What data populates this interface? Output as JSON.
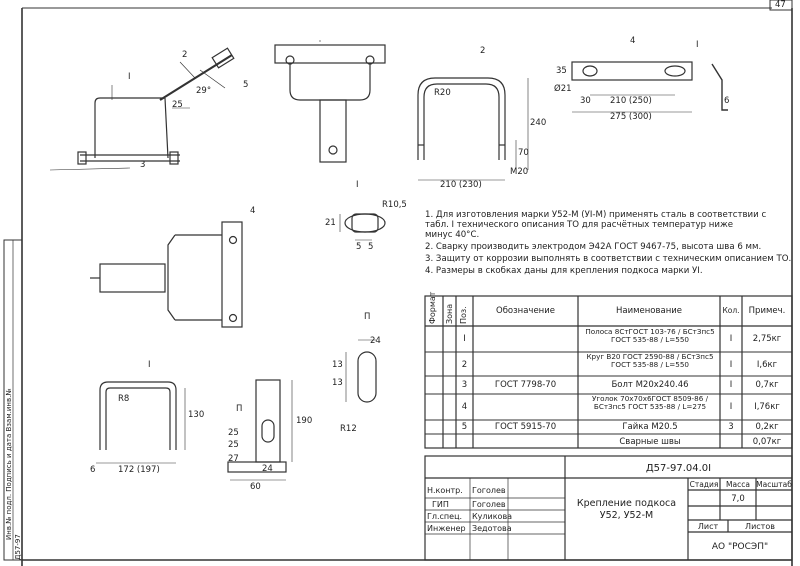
{
  "sheet_no": "47",
  "notes": [
    "1. Для изготовления марки У52-М (УI-М) применять сталь в соответствии с",
    "    табл. I технического описания ТО для расчётных температур ниже",
    "    минус 40°С.",
    "2. Сварку производить электродом Э42А ГОСТ 9467-75, высота шва 6 мм.",
    "3. Защиту от коррозии выполнять в соответствии с техническим описанием ТО.",
    "4. Размеры в скобках даны для крепления подкоса марки УI."
  ],
  "views": {
    "v1": {
      "labels": [
        "I",
        "2",
        "5",
        "3"
      ],
      "dims": [
        "29°",
        "25"
      ]
    },
    "v2": {
      "labels": [
        "2"
      ],
      "dims": [
        "R20",
        "240",
        "70",
        "M20",
        "210 (230)"
      ]
    },
    "v3": {
      "labels": [
        "4",
        "I"
      ],
      "dims": [
        "35",
        "Ø21",
        "30",
        "210 (250)",
        "275 (300)",
        "6"
      ]
    },
    "detail1": {
      "title": "I",
      "dims": [
        "R10,5",
        "21",
        "5",
        "5"
      ]
    },
    "side": {
      "labels": [
        "4"
      ]
    },
    "detail2": {
      "title": "П",
      "dims": [
        "24",
        "13",
        "13",
        "R12"
      ]
    },
    "part1": {
      "labels": [
        "I"
      ],
      "dims": [
        "R8",
        "130",
        "172 (197)",
        "6"
      ]
    },
    "part4": {
      "labels": [
        "П"
      ],
      "dims": [
        "25",
        "25",
        "27",
        "190",
        "24",
        "60"
      ]
    }
  },
  "spec_table": {
    "headers": [
      "Формат",
      "Зона",
      "Поз.",
      "Обозначение",
      "Наименование",
      "Кол.",
      "Примеч."
    ],
    "rows": [
      {
        "pos": "I",
        "designation": "",
        "name": "Полоса 8СтГОСТ 103-76 / БСтЗпс5 ГОСТ 535-88 / L=550",
        "qty": "I",
        "note": "2,75кг"
      },
      {
        "pos": "2",
        "designation": "",
        "name": "Круг В20 ГОСТ 2590-88 / БСтЗпс5 ГОСТ 535-88 / L=550",
        "qty": "I",
        "note": "I,6кг"
      },
      {
        "pos": "3",
        "designation": "ГОСТ 7798-70",
        "name": "Болт M20x240.46",
        "qty": "I",
        "note": "0,7кг"
      },
      {
        "pos": "4",
        "designation": "",
        "name": "Уголок 70x70x6ГОСТ 8509-86 / БСтЗпс5 ГОСТ 535-88 / L=275",
        "qty": "I",
        "note": "I,76кг"
      },
      {
        "pos": "5",
        "designation": "ГОСТ 5915-70",
        "name": "Гайка M20.5",
        "qty": "3",
        "note": "0,2кг"
      },
      {
        "pos": "",
        "designation": "",
        "name": "Сварные швы",
        "qty": "",
        "note": "0,07кг"
      }
    ]
  },
  "title_block": {
    "doc_code": "Д57-97.04.0I",
    "title_line1": "Крепление подкоса",
    "title_line2": "У52, У52-М",
    "stage_label": "Стадия",
    "mass_label": "Масса",
    "scale_label": "Масштаб",
    "mass_value": "7,0",
    "sheet_label": "Лист",
    "sheets_label": "Листов",
    "org": "АО \"РОСЭП\"",
    "signers": [
      {
        "role": "Н.контр.",
        "name": "Гоголев"
      },
      {
        "role": "ГИП",
        "name": "Гоголев"
      },
      {
        "role": "Гл.спец.",
        "name": "Куликова"
      },
      {
        "role": "Инженер",
        "name": "Зедотова"
      }
    ]
  },
  "margin": {
    "stamp_text": "Инв.№ подл.   Подпись и дата   Взам.инв.№",
    "code": "Д57-97"
  }
}
